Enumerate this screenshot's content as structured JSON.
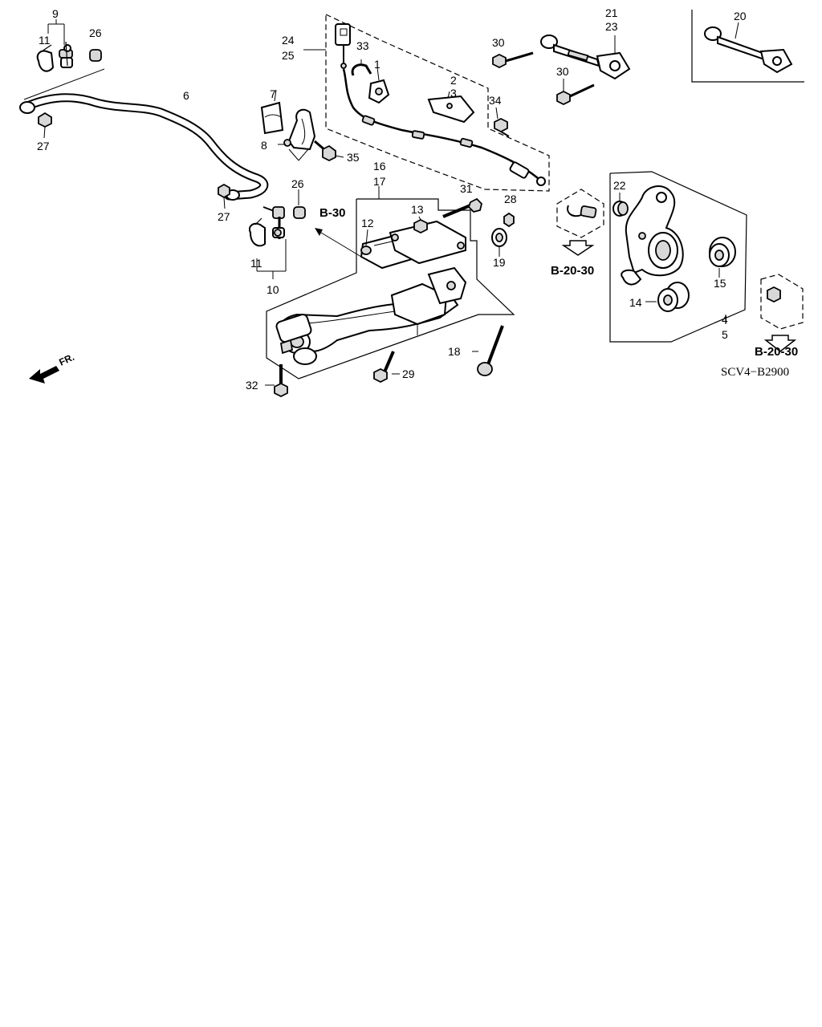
{
  "callouts": {
    "c1": "1",
    "c2": "2",
    "c3": "3",
    "c4": "4",
    "c5": "5",
    "c6": "6",
    "c7": "7",
    "c8": "8",
    "c9": "9",
    "c10": "10",
    "c11a": "11",
    "c11b": "11",
    "c12": "12",
    "c13": "13",
    "c14": "14",
    "c15": "15",
    "c16": "16",
    "c17": "17",
    "c18": "18",
    "c19": "19",
    "c20": "20",
    "c21": "21",
    "c22": "22",
    "c23": "23",
    "c24": "24",
    "c25": "25",
    "c26a": "26",
    "c26b": "26",
    "c27a": "27",
    "c27b": "27",
    "c28": "28",
    "c29": "29",
    "c30a": "30",
    "c30b": "30",
    "c31": "31",
    "c32": "32",
    "c33": "33",
    "c34": "34",
    "c35": "35"
  },
  "refs": {
    "b30": "B-30",
    "b2030_mid": "B-20-30",
    "b2030_right": "B-20-30"
  },
  "direction": {
    "front": "FR."
  },
  "diagram_code": "SCV4−B2900"
}
